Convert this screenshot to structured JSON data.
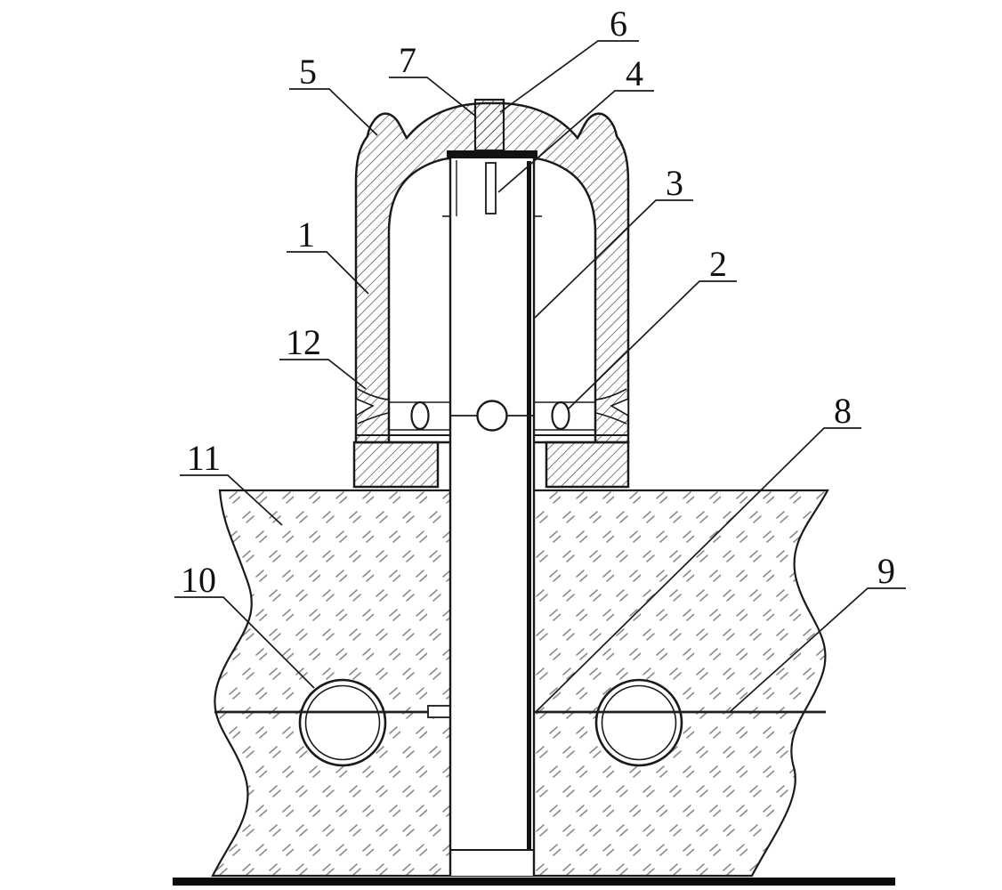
{
  "figure": {
    "callouts": [
      {
        "number": "1"
      },
      {
        "number": "2"
      },
      {
        "number": "3"
      },
      {
        "number": "4"
      },
      {
        "number": "5"
      },
      {
        "number": "6"
      },
      {
        "number": "7"
      },
      {
        "number": "8"
      },
      {
        "number": "9"
      },
      {
        "number": "10"
      },
      {
        "number": "11"
      },
      {
        "number": "12"
      }
    ]
  },
  "colors": {
    "line": "#1a1a1a",
    "section_hatch": "#3a3a3a",
    "ground_hatch": "#8a8a8a",
    "background": "#ffffff"
  }
}
